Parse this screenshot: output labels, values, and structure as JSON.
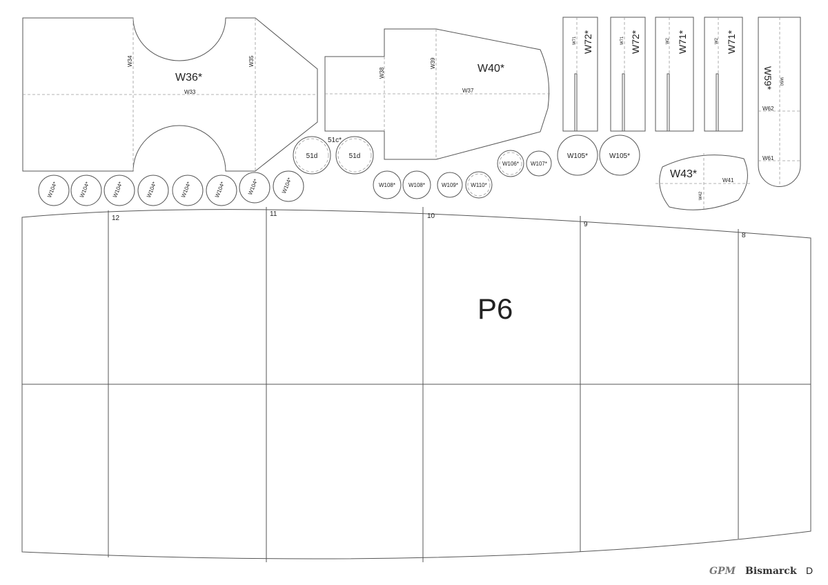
{
  "sheet": {
    "brand": "GPM",
    "model": "Bismarck",
    "sheet_letter": "D"
  },
  "main_panel": {
    "label": "P6",
    "frame_numbers": [
      "12",
      "11",
      "10",
      "9",
      "8"
    ]
  },
  "parts": {
    "w36": {
      "label": "W36*",
      "fold_labels": [
        "W34",
        "W35",
        "W33"
      ]
    },
    "w40": {
      "label": "W40*",
      "fold_labels": [
        "W38",
        "W39",
        "W37"
      ]
    },
    "w72a": {
      "label": "W72*",
      "small": "W71"
    },
    "w72b": {
      "label": "W72*",
      "small": "W71"
    },
    "w71a": {
      "label": "W71*",
      "small": "W2"
    },
    "w71b": {
      "label": "W71*",
      "small": "W2"
    },
    "w59": {
      "label": "W59*",
      "fold_labels": [
        "W60",
        "W62",
        "W61"
      ]
    },
    "w43": {
      "label": "W43*",
      "fold_labels": [
        "W41",
        "W42"
      ]
    },
    "part51c": "51c*",
    "disc51d_a": "51d",
    "disc51d_b": "51d",
    "w104": [
      "W104*",
      "W104*",
      "W104*",
      "W104*",
      "W104*",
      "W104*",
      "W104*",
      "W104*"
    ],
    "small_discs": [
      "W108*",
      "W108*",
      "W109*",
      "W110*"
    ],
    "w106": "W106*",
    "w107": "W107*",
    "w105": [
      "W105*",
      "W105*"
    ]
  }
}
